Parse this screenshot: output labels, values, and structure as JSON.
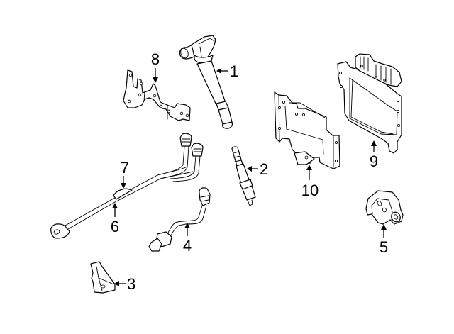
{
  "diagram": {
    "type": "exploded-parts-diagram",
    "background": "#ffffff",
    "line_color": "#000000",
    "callouts": [
      {
        "number": "1",
        "part": "ignition-coil"
      },
      {
        "number": "2",
        "part": "spark-plug"
      },
      {
        "number": "3",
        "part": "small-bracket"
      },
      {
        "number": "4",
        "part": "oxygen-sensor"
      },
      {
        "number": "5",
        "part": "sensor-mount"
      },
      {
        "number": "6",
        "part": "knock-sensor-harness"
      },
      {
        "number": "7",
        "part": "harness-clip"
      },
      {
        "number": "8",
        "part": "mounting-bracket"
      },
      {
        "number": "9",
        "part": "engine-control-module"
      },
      {
        "number": "10",
        "part": "ecm-bracket"
      }
    ]
  }
}
